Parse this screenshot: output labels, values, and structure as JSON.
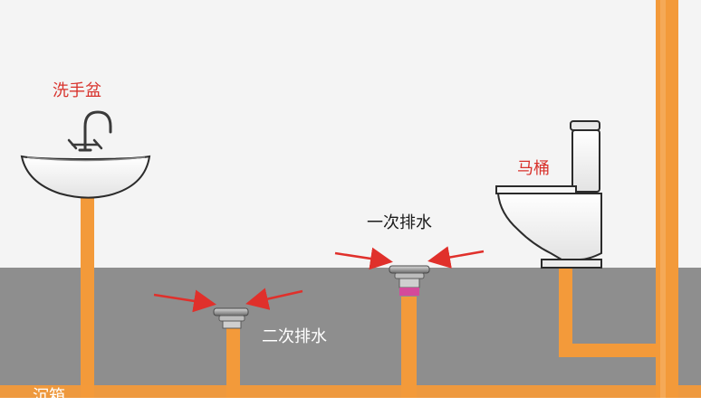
{
  "labels": {
    "sink": "洗手盆",
    "toilet": "马桶",
    "primary_drain": "一次排水",
    "secondary_drain": "二次排水",
    "bottom_left_partial": "沉箱"
  },
  "colors": {
    "pipe": "#f39a3a",
    "floor": "#8e8e8e",
    "wall": "#f4f4f4",
    "arrow": "#e0302b",
    "label_red": "#d8322c",
    "drain_ring": "#d44a9a"
  }
}
